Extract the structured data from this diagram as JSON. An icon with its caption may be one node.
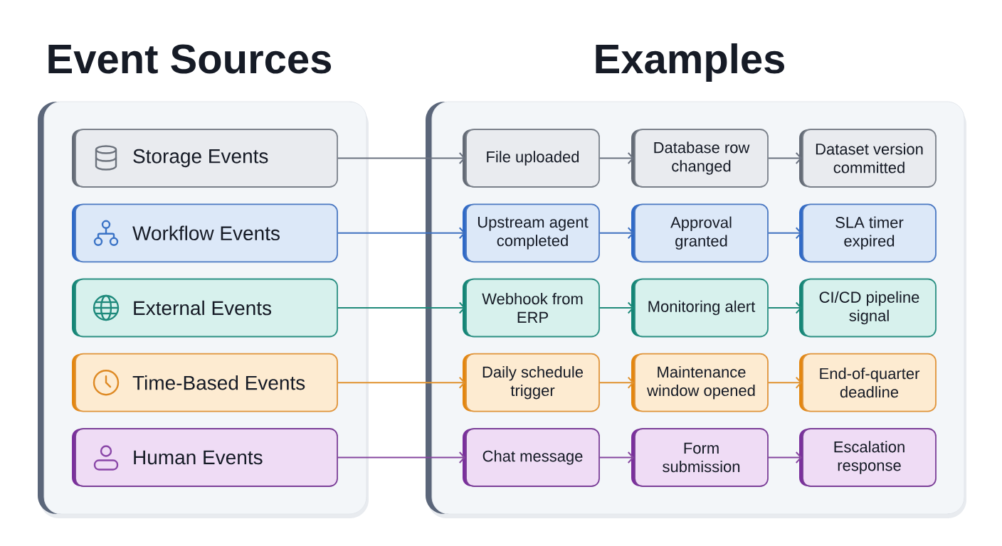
{
  "diagram": {
    "nodes": [
      {
        "text": [
          "Event Sources"
        ]
      },
      {
        "text": [
          "Storage Events"
        ],
        "in": 0
      },
      {
        "text": [
          "Workflow Events"
        ],
        "in": 0
      },
      {
        "text": [
          "External Events"
        ],
        "in": 0
      },
      {
        "text": [
          "Time-Based Events"
        ],
        "in": 0
      },
      {
        "text": [
          "Human Events"
        ],
        "in": 0
      },
      {
        "text": [
          "Examples"
        ]
      },
      {
        "text": [
          "File uploaded"
        ],
        "in": 6
      },
      {
        "text": [
          "Database row changed"
        ],
        "in": 6
      },
      {
        "text": [
          "Dataset version committed"
        ],
        "in": 6
      },
      {
        "text": [
          "Upstream agent completed"
        ],
        "in": 6
      },
      {
        "text": [
          "Approval granted"
        ],
        "in": 6
      },
      {
        "text": [
          "SLA timer expired"
        ],
        "in": 6
      },
      {
        "text": [
          "Webhook from ERP"
        ],
        "in": 6
      },
      {
        "text": [
          "Monitoring alert"
        ],
        "in": 6
      },
      {
        "text": [
          "CI/CD pipeline signal"
        ],
        "in": 6
      },
      {
        "text": [
          "Daily schedule trigger"
        ],
        "in": 6
      },
      {
        "text": [
          "Maintenance window opened"
        ],
        "in": 6
      },
      {
        "text": [
          "End-of-quarter deadline"
        ],
        "in": 6
      },
      {
        "text": [
          "Chat message"
        ],
        "in": 6
      },
      {
        "text": [
          "Form submission"
        ],
        "in": 6
      },
      {
        "text": [
          "Escalation response"
        ],
        "in": 6
      }
    ],
    "edges": [
      {
        "from": 1,
        "to": 7,
        "arrow": "to",
        "color": "#6b7280"
      },
      {
        "from": 7,
        "to": 8,
        "arrow": "to",
        "color": "#6b7280"
      },
      {
        "from": 8,
        "to": 9,
        "arrow": "to",
        "color": "#6b7280"
      },
      {
        "from": 2,
        "to": 10,
        "arrow": "to",
        "color": "#3d6fbf"
      },
      {
        "from": 10,
        "to": 11,
        "arrow": "to",
        "color": "#3d6fbf"
      },
      {
        "from": 11,
        "to": 12,
        "arrow": "to",
        "color": "#3d6fbf"
      },
      {
        "from": 3,
        "to": 13,
        "arrow": "to",
        "color": "#1f8a7a"
      },
      {
        "from": 13,
        "to": 14,
        "arrow": "to",
        "color": "#1f8a7a"
      },
      {
        "from": 14,
        "to": 15,
        "arrow": "to",
        "color": "#1f8a7a"
      },
      {
        "from": 4,
        "to": 16,
        "arrow": "to",
        "color": "#e0922f"
      },
      {
        "from": 16,
        "to": 17,
        "arrow": "to",
        "color": "#e0922f"
      },
      {
        "from": 17,
        "to": 18,
        "arrow": "to",
        "color": "#e0922f"
      },
      {
        "from": 5,
        "to": 19,
        "arrow": "to",
        "color": "#86479f"
      },
      {
        "from": 19,
        "to": 20,
        "arrow": "to",
        "color": "#86479f"
      },
      {
        "from": 20,
        "to": 21,
        "arrow": "to",
        "color": "#86479f"
      }
    ]
  }
}
